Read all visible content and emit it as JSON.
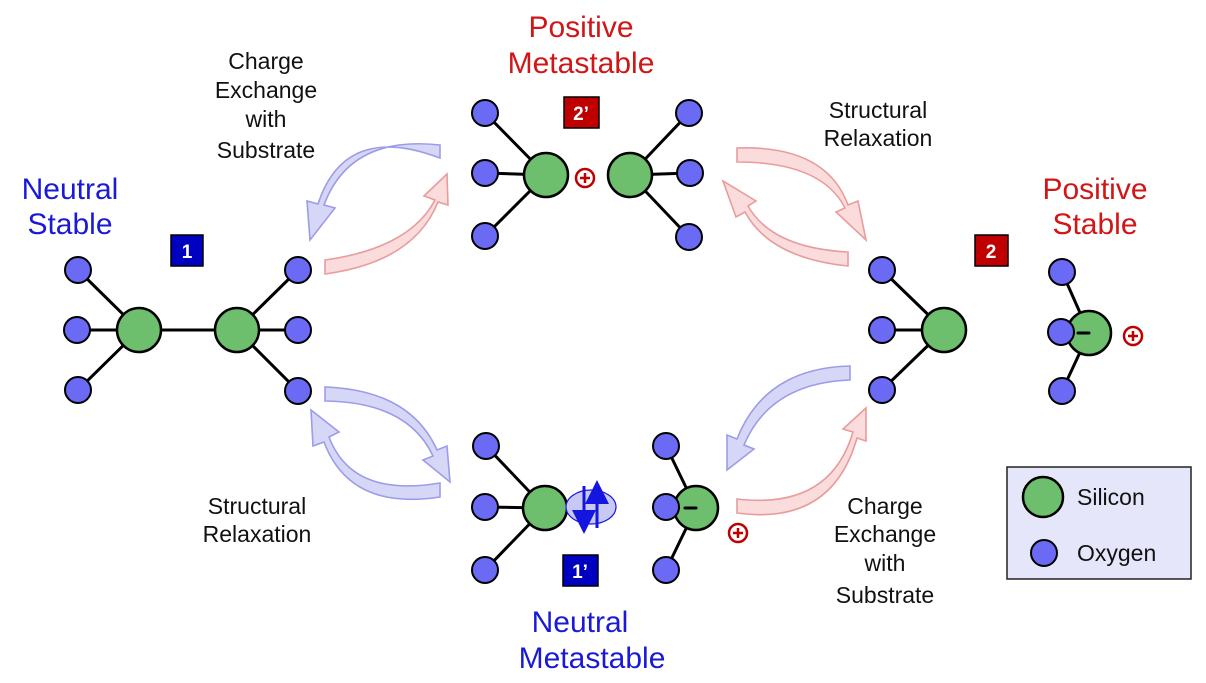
{
  "states": {
    "neutral_stable": {
      "line1": "Neutral",
      "line2": "Stable",
      "badge": "1"
    },
    "positive_metastable": {
      "line1": "Positive",
      "line2": "Metastable",
      "badge": "2’"
    },
    "positive_stable": {
      "line1": "Positive",
      "line2": "Stable",
      "badge": "2"
    },
    "neutral_metastable": {
      "line1": "Neutral",
      "line2": "Metastable",
      "badge": "1’"
    }
  },
  "processes": {
    "top_left": [
      "Charge",
      "Exchange",
      "with",
      "Substrate"
    ],
    "top_right": [
      "Structural",
      "Relaxation"
    ],
    "bottom_left": [
      "Structural",
      "Relaxation"
    ],
    "bottom_right": [
      "Charge",
      "Exchange",
      "with",
      "Substrate"
    ]
  },
  "legend": {
    "silicon": "Silicon",
    "oxygen": "Oxygen"
  },
  "colors": {
    "silicon": "#6dbf6d",
    "oxygen": "#6a6af5",
    "neutral_text": "#1a1ad6",
    "positive_text": "#d01616",
    "badge_blue": "#0000c0",
    "badge_red": "#c00000",
    "arrow_red_fill": "#fbdcdc",
    "arrow_blue_fill": "#d6d6f7",
    "legend_bg": "#e6e6fa"
  },
  "icons": {
    "positive_charge": "circled-plus-icon",
    "electron_pair": "spin-pair-icon"
  }
}
